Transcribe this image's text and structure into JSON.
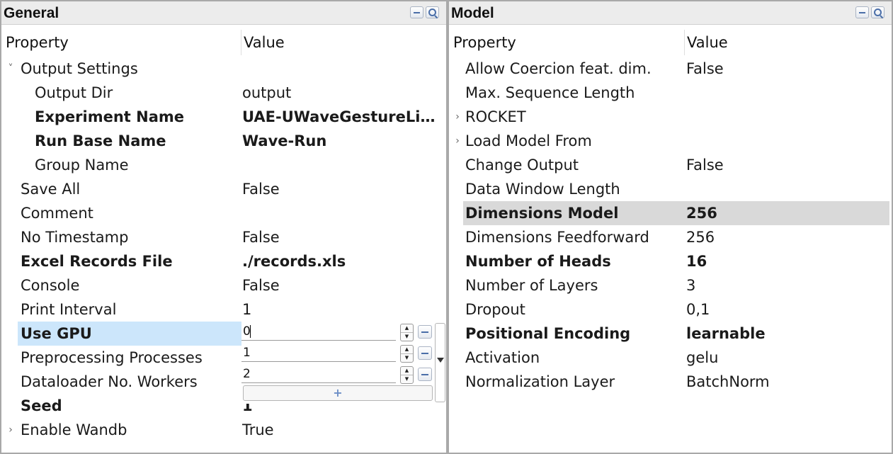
{
  "general": {
    "title": "General",
    "col_property": "Property",
    "col_value": "Value",
    "rows": [
      {
        "name": "Output Settings",
        "value": "",
        "level": 0,
        "expander": "˅",
        "bold": false
      },
      {
        "name": "Output Dir",
        "value": "output",
        "level": 2,
        "expander": "",
        "bold": false
      },
      {
        "name": "Experiment Name",
        "value": "UAE-UWaveGestureLib...",
        "level": 2,
        "expander": "",
        "bold": true
      },
      {
        "name": "Run Base Name",
        "value": "Wave-Run",
        "level": 2,
        "expander": "",
        "bold": true
      },
      {
        "name": "Group Name",
        "value": "",
        "level": 2,
        "expander": "",
        "bold": false
      },
      {
        "name": "Save All",
        "value": "False",
        "level": 1,
        "expander": "",
        "bold": false
      },
      {
        "name": "Comment",
        "value": "",
        "level": 1,
        "expander": "",
        "bold": false
      },
      {
        "name": "No Timestamp",
        "value": "False",
        "level": 1,
        "expander": "",
        "bold": false
      },
      {
        "name": "Excel Records File",
        "value": "./records.xls",
        "level": 1,
        "expander": "",
        "bold": true
      },
      {
        "name": "Console",
        "value": "False",
        "level": 1,
        "expander": "",
        "bold": false
      },
      {
        "name": "Print Interval",
        "value": "1",
        "level": 1,
        "expander": "",
        "bold": false
      },
      {
        "name": "Use GPU",
        "value": "",
        "level": 1,
        "expander": "",
        "bold": true
      },
      {
        "name": "Preprocessing Processes",
        "value": "",
        "level": 1,
        "expander": "",
        "bold": false
      },
      {
        "name": "Dataloader No. Workers",
        "value": "",
        "level": 1,
        "expander": "",
        "bold": false
      },
      {
        "name": "Seed",
        "value": "1",
        "level": 1,
        "expander": "",
        "bold": true
      },
      {
        "name": "Enable Wandb",
        "value": "True",
        "level": 0,
        "expander": "›",
        "bold": false
      }
    ],
    "gpu_editor": {
      "items": [
        "0",
        "1",
        "2"
      ],
      "add_label": "+"
    }
  },
  "model": {
    "title": "Model",
    "col_property": "Property",
    "col_value": "Value",
    "rows": [
      {
        "name": "Allow Coercion feat. dim.",
        "value": "False",
        "expander": "",
        "bold": false
      },
      {
        "name": "Max. Sequence Length",
        "value": "",
        "expander": "",
        "bold": false
      },
      {
        "name": "ROCKET",
        "value": "",
        "expander": "›",
        "bold": false
      },
      {
        "name": "Load Model From",
        "value": "",
        "expander": "›",
        "bold": false
      },
      {
        "name": "Change Output",
        "value": "False",
        "expander": "",
        "bold": false
      },
      {
        "name": "Data Window Length",
        "value": "",
        "expander": "",
        "bold": false
      },
      {
        "name": "Dimensions Model",
        "value": "256",
        "expander": "",
        "bold": true
      },
      {
        "name": "Dimensions Feedforward",
        "value": "256",
        "expander": "",
        "bold": false
      },
      {
        "name": "Number of Heads",
        "value": "16",
        "expander": "",
        "bold": true
      },
      {
        "name": "Number of Layers",
        "value": "3",
        "expander": "",
        "bold": false
      },
      {
        "name": "Dropout",
        "value": "0,1",
        "expander": "",
        "bold": false
      },
      {
        "name": "Positional Encoding",
        "value": "learnable",
        "expander": "",
        "bold": true
      },
      {
        "name": "Activation",
        "value": "gelu",
        "expander": "",
        "bold": false
      },
      {
        "name": "Normalization Layer",
        "value": "BatchNorm",
        "expander": "",
        "bold": false
      }
    ]
  },
  "colors": {
    "selected_row_general": "#cce6fb",
    "selected_row_model": "#d9d9d9",
    "header_bg": "#ececec",
    "accent": "#4a6ea8"
  }
}
